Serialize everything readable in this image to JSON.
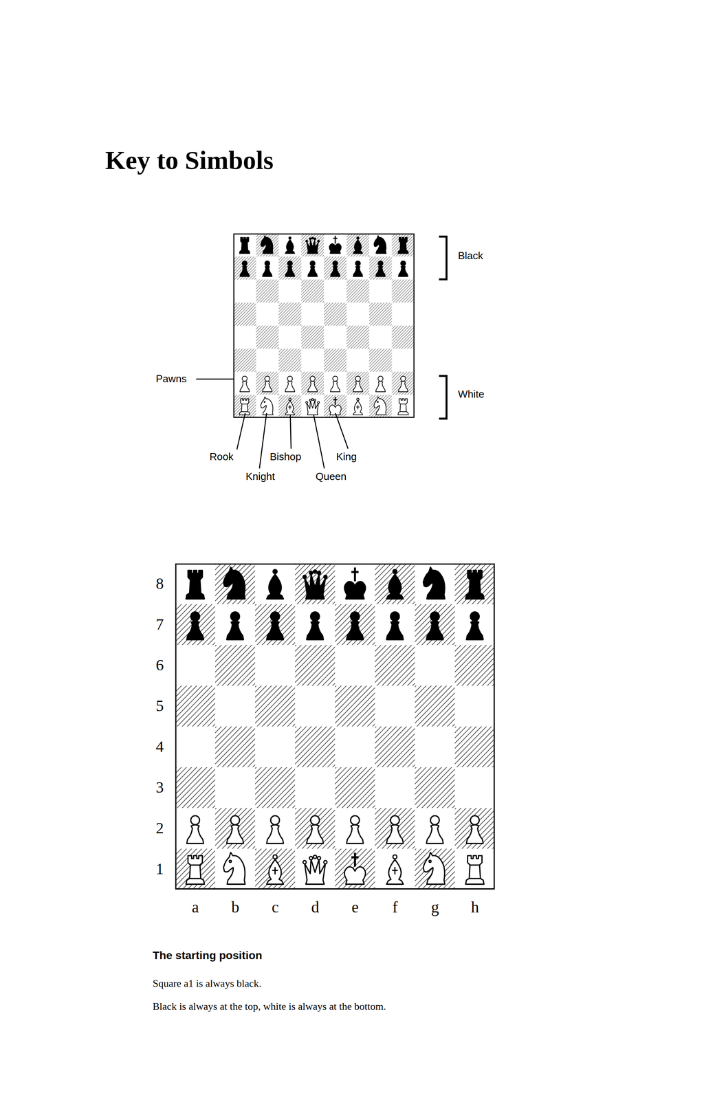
{
  "diagram": {
    "title": "Key to Simbols",
    "caption": "The starting position",
    "labels": [
      "Black",
      "White",
      "Pawns",
      "Rook",
      "Knight",
      "Bishop",
      "Queen",
      "King",
      "8",
      "7",
      "6",
      "5",
      "4",
      "3",
      "2",
      "1",
      "a",
      "b",
      "c",
      "d",
      "e",
      "f",
      "g",
      "h",
      "Square a1 is always black.",
      "Black is always at the top, white is always at the bottom."
    ]
  }
}
